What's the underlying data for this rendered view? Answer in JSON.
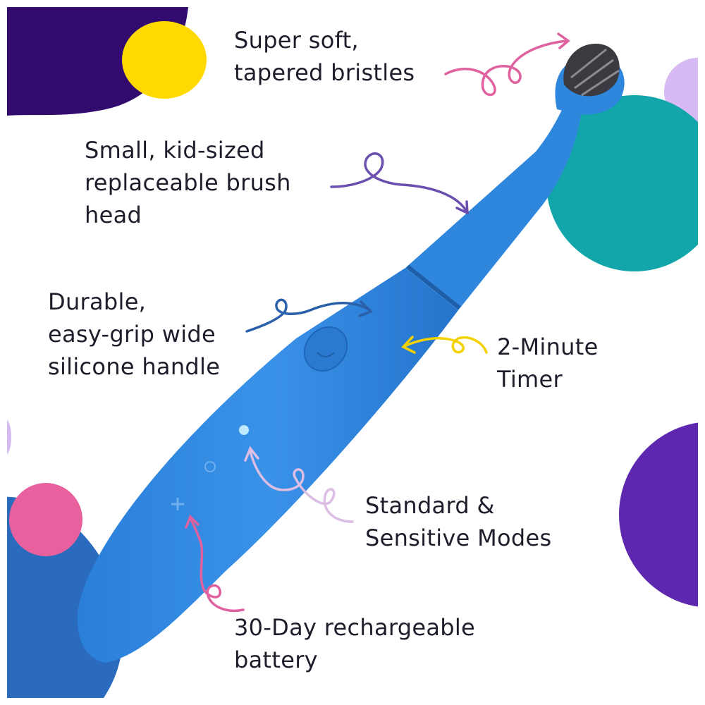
{
  "colors": {
    "brush": "#2f86dd",
    "brush_dark": "#1f66b8",
    "text": "#1f1d2b",
    "arrow_pink": "#e0619f",
    "arrow_purple": "#6b4fae",
    "arrow_blue": "#2a5faa",
    "arrow_yellow": "#f4d200",
    "arrow_lavender": "#dcbde3"
  },
  "features": [
    {
      "lines": [
        "Super soft,",
        "tapered bristles"
      ]
    },
    {
      "lines": [
        "Small, kid-sized",
        "replaceable brush",
        "head"
      ]
    },
    {
      "lines": [
        "Durable,",
        "easy-grip wide",
        "silicone handle"
      ]
    },
    {
      "lines": [
        "2-Minute",
        "Timer"
      ]
    },
    {
      "lines": [
        "Standard &",
        "Sensitive Modes"
      ]
    },
    {
      "lines": [
        "30-Day rechargeable",
        "battery"
      ]
    }
  ]
}
